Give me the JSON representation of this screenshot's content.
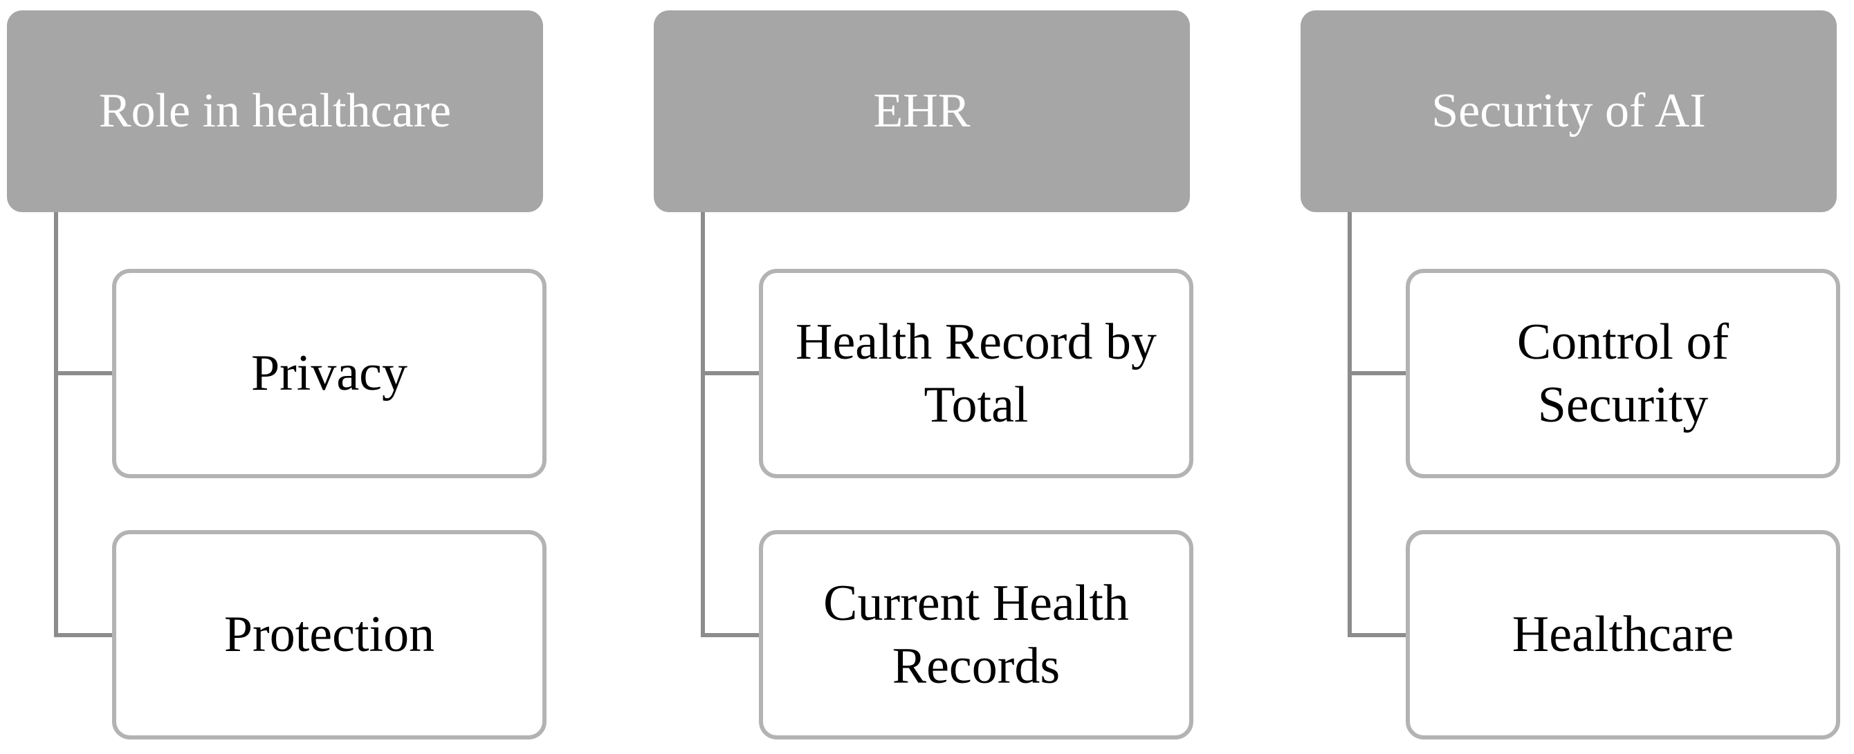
{
  "columns": [
    {
      "header": "Role in healthcare",
      "children": [
        {
          "lines": [
            "Privacy"
          ]
        },
        {
          "lines": [
            "Protection"
          ]
        }
      ]
    },
    {
      "header": "EHR",
      "children": [
        {
          "lines": [
            "Health Record by",
            "Total"
          ]
        },
        {
          "lines": [
            "Current Health",
            "Records"
          ]
        }
      ]
    },
    {
      "header": "Security of AI",
      "children": [
        {
          "lines": [
            "Control of",
            "Security"
          ]
        },
        {
          "lines": [
            "Healthcare"
          ]
        }
      ]
    }
  ],
  "colors": {
    "header_fill": "#a6a6a6",
    "header_text": "#ffffff",
    "child_border": "#b3b3b3",
    "connector": "#8c8c8c",
    "child_text": "#000000"
  }
}
